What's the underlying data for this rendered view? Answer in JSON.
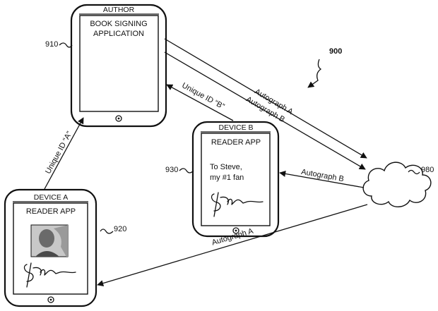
{
  "figure_number": "900",
  "author_device": {
    "header": "AUTHOR",
    "app_line1": "BOOK SIGNING",
    "app_line2": "APPLICATION",
    "ref": "910"
  },
  "device_a": {
    "header": "DEVICE A",
    "app": "READER APP",
    "ref": "920"
  },
  "device_b": {
    "header": "DEVICE B",
    "app": "READER APP",
    "message_line1": "To Steve,",
    "message_line2": "my #1 fan",
    "ref": "930"
  },
  "cloud": {
    "ref": "980"
  },
  "flows": {
    "author_to_cloud_a": "Autograph A",
    "author_to_cloud_b": "Autograph B",
    "b_to_author": "Unique ID “B”",
    "a_to_author": "Unique ID “A”",
    "cloud_to_b": "Autograph B",
    "cloud_to_a": "Autograph A"
  }
}
